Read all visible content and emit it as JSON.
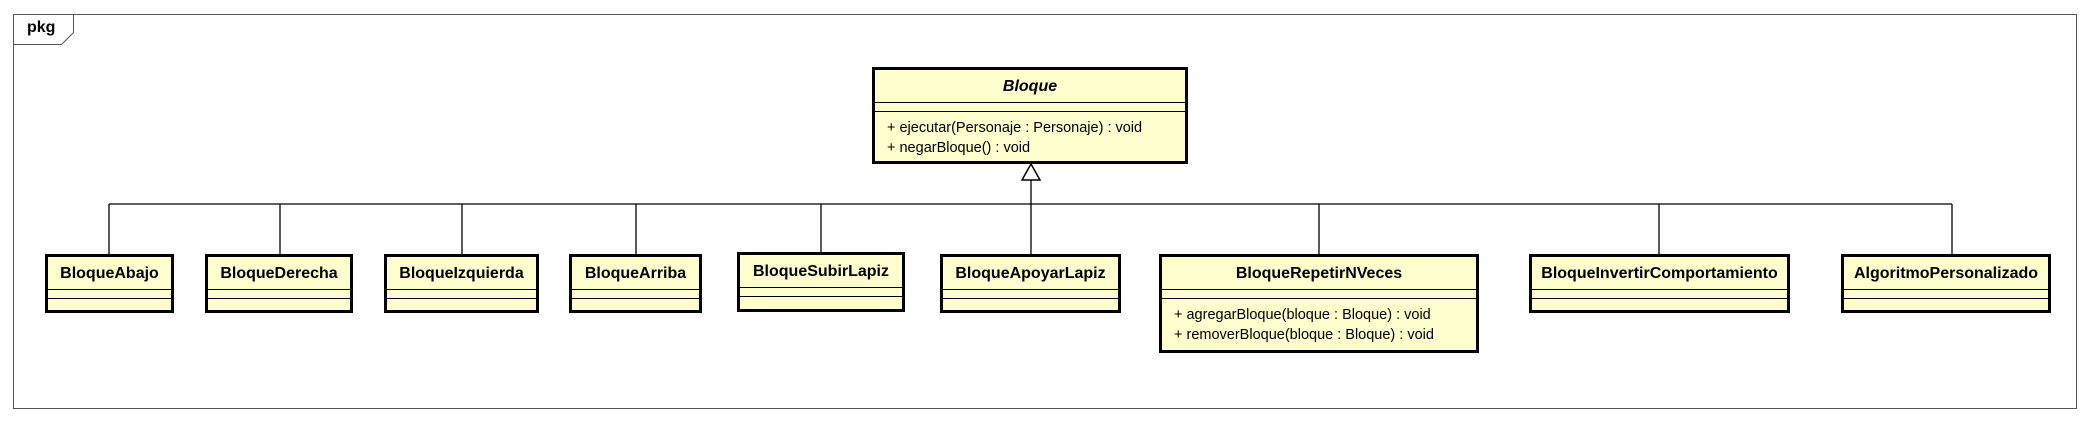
{
  "package": {
    "label": "pkg"
  },
  "parent": {
    "name": "Bloque",
    "operations": [
      "+ ejecutar(Personaje : Personaje) : void",
      "+ negarBloque() : void"
    ]
  },
  "children": [
    {
      "name": "BloqueAbajo",
      "operations": []
    },
    {
      "name": "BloqueDerecha",
      "operations": []
    },
    {
      "name": "BloqueIzquierda",
      "operations": []
    },
    {
      "name": "BloqueArriba",
      "operations": []
    },
    {
      "name": "BloqueSubirLapiz",
      "operations": []
    },
    {
      "name": "BloqueApoyarLapiz",
      "operations": []
    },
    {
      "name": "BloqueRepetirNVeces",
      "operations": [
        "+ agregarBloque(bloque : Bloque) : void",
        "+ removerBloque(bloque : Bloque) : void"
      ]
    },
    {
      "name": "BloqueInvertirComportamiento",
      "operations": []
    },
    {
      "name": "AlgoritmoPersonalizado",
      "operations": []
    }
  ],
  "colors": {
    "class_fill": "#fefece",
    "border": "#000000"
  }
}
